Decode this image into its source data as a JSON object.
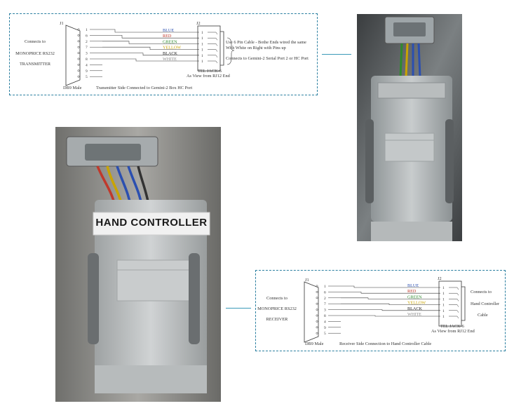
{
  "transmitter": {
    "j1": "J1",
    "j2": "J2",
    "connects_to": "Connects to",
    "device": "MONOPRICE RS232",
    "role": "TRANSMITTER",
    "db9": "DB9 Male",
    "db9_pins": [
      "1",
      "6",
      "2",
      "7",
      "3",
      "8",
      "4",
      "9",
      "5"
    ],
    "jack_pins": [
      "1",
      "1",
      "1",
      "1",
      "1",
      "1"
    ],
    "wires": [
      {
        "name": "BLUE",
        "color": "#2b4fb0"
      },
      {
        "name": "RED",
        "color": "#c0392b"
      },
      {
        "name": "GREEN",
        "color": "#2e8b2e"
      },
      {
        "name": "YELLOW",
        "color": "#c9a400"
      },
      {
        "name": "BLACK",
        "color": "#222222"
      },
      {
        "name": "WHITE",
        "color": "#888888"
      }
    ],
    "note1": "Use 6 Pin Cable - Bothe Ends wired the same",
    "note2": "With White on Right with Pins up",
    "note3": "Connects to Gemini-2 Serial Port 2 or HC Port",
    "jack_label": "TEL JACK-6",
    "jack_sub": "As View from RJ12 End",
    "footer": "Transmitter Side Connected to Gemini-2 Box HC Port"
  },
  "receiver": {
    "j1": "J1",
    "j2": "J2",
    "connects_to": "Connects to",
    "device": "MONOPRICE RS232",
    "role": "RECEIVER",
    "db9": "DB9 Male",
    "db9_pins": [
      "1",
      "6",
      "2",
      "7",
      "3",
      "8",
      "4",
      "9",
      "5"
    ],
    "jack_pins": [
      "1",
      "1",
      "1",
      "1",
      "1",
      "1"
    ],
    "wires": [
      {
        "name": "BLUE",
        "color": "#2b4fb0"
      },
      {
        "name": "RED",
        "color": "#c0392b"
      },
      {
        "name": "GREEN",
        "color": "#2e8b2e"
      },
      {
        "name": "YELLOW",
        "color": "#c9a400"
      },
      {
        "name": "BLACK",
        "color": "#222222"
      },
      {
        "name": "WHITE",
        "color": "#888888"
      }
    ],
    "right_connects": "Connects to",
    "right_device": "Hand Controller",
    "right_cable": "Cable",
    "jack_label": "TEL JACK-6",
    "jack_sub": "As View from RJ12 End",
    "footer": "Receiver Side Connection to Hand Controller Cable"
  },
  "photo_left": {
    "sticker": "HAND CONTROLLER"
  }
}
